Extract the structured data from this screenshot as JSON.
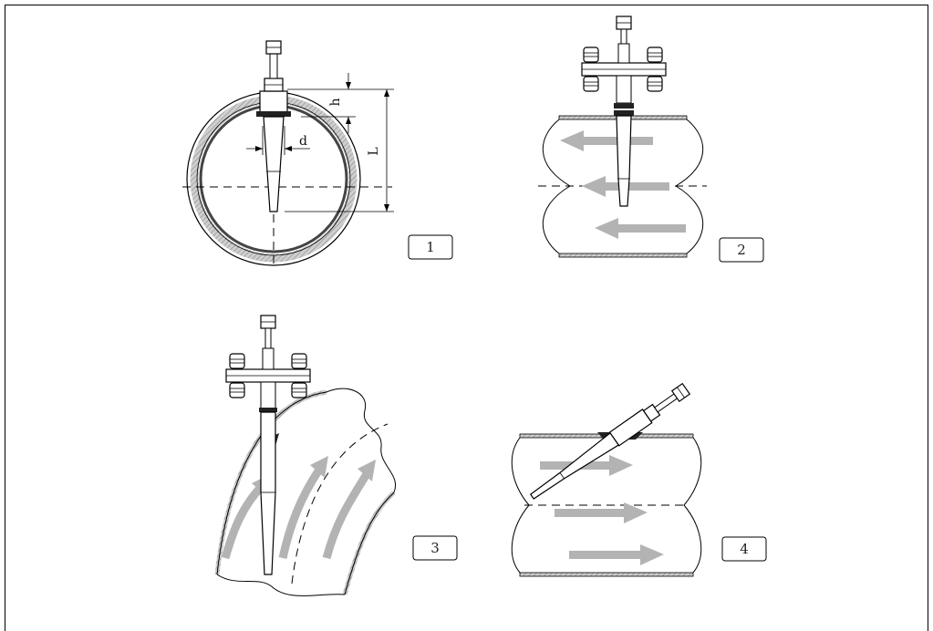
{
  "figure": {
    "panels": [
      {
        "number": "1"
      },
      {
        "number": "2"
      },
      {
        "number": "3"
      },
      {
        "number": "4"
      }
    ],
    "dimensions": {
      "height": "h",
      "diameter": "d",
      "length": "L"
    }
  }
}
